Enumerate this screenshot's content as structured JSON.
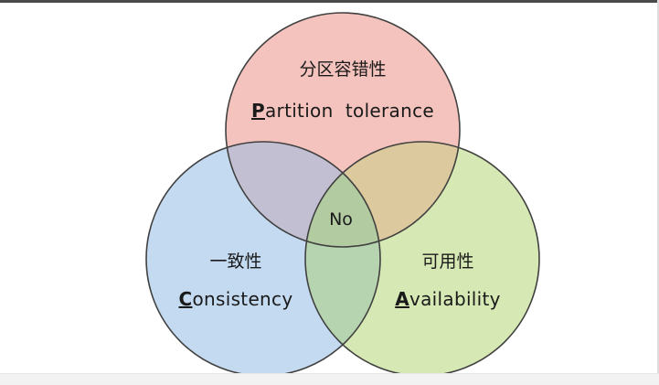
{
  "colors": {
    "partition_fill": "#f4c3bd",
    "consistency_fill": "#c3daf0",
    "availability_fill": "#d6e8b3",
    "outline": "#404040"
  },
  "circles": {
    "partition": {
      "cn": "分区容错性",
      "initial": "P",
      "rest": "artition  tolerance"
    },
    "consistency": {
      "cn": "一致性",
      "initial": "C",
      "rest": "onsistency"
    },
    "availability": {
      "cn": "可用性",
      "initial": "A",
      "rest": "vailability"
    }
  },
  "center": {
    "label": "No"
  }
}
